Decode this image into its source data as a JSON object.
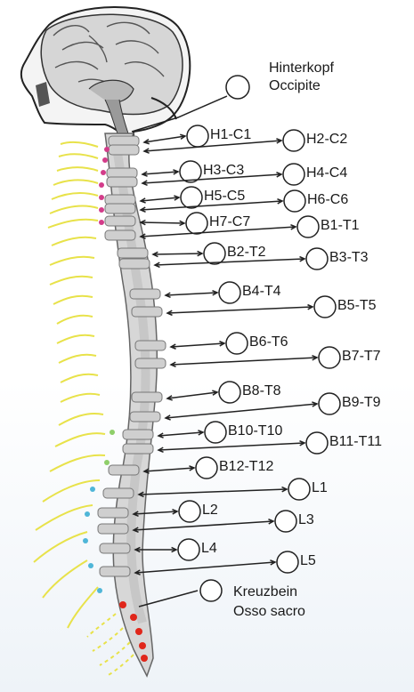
{
  "head": {
    "line1": "Hinterkopf",
    "line2": "Occipite"
  },
  "sacrum": {
    "line1": "Kreuzbein",
    "line2": "Osso sacro"
  },
  "vertebrae": [
    {
      "label": "H1-C1"
    },
    {
      "label": "H2-C2"
    },
    {
      "label": "H3-C3"
    },
    {
      "label": "H4-C4"
    },
    {
      "label": "H5-C5"
    },
    {
      "label": "H6-C6"
    },
    {
      "label": "H7-C7"
    },
    {
      "label": "B1-T1"
    },
    {
      "label": "B2-T2"
    },
    {
      "label": "B3-T3"
    },
    {
      "label": "B4-T4"
    },
    {
      "label": "B5-T5"
    },
    {
      "label": "B6-T6"
    },
    {
      "label": "B7-T7"
    },
    {
      "label": "B8-T8"
    },
    {
      "label": "B9-T9"
    },
    {
      "label": "B10-T10"
    },
    {
      "label": "B11-T11"
    },
    {
      "label": "B12-T12"
    },
    {
      "label": "L1"
    },
    {
      "label": "L2"
    },
    {
      "label": "L3"
    },
    {
      "label": "L4"
    },
    {
      "label": "L5"
    }
  ]
}
